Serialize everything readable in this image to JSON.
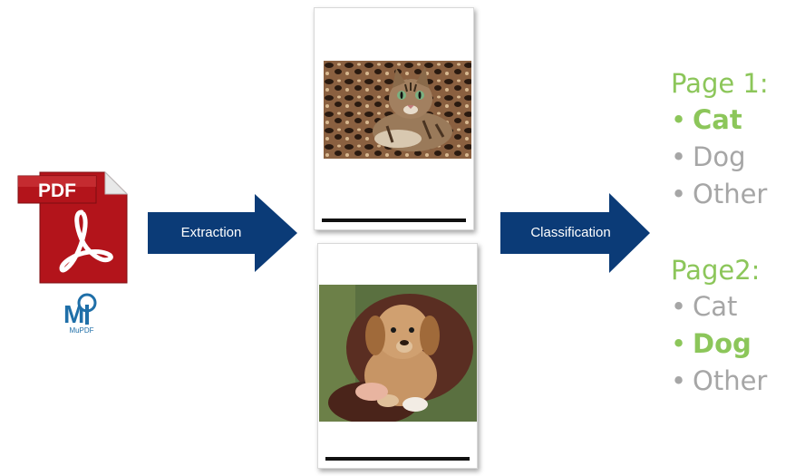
{
  "source": {
    "pdf_icon_label": "PDF",
    "tool_name": "MuPDF",
    "tool_logo_glyph": "M"
  },
  "steps": {
    "extraction_label": "Extraction",
    "classification_label": "Classification"
  },
  "pages": [
    {
      "image": "cat-photo"
    },
    {
      "image": "dog-photo"
    }
  ],
  "results": [
    {
      "title": "Page 1:",
      "options": [
        {
          "label": "Cat",
          "selected": true
        },
        {
          "label": "Dog",
          "selected": false
        },
        {
          "label": "Other",
          "selected": false
        }
      ]
    },
    {
      "title": "Page2:",
      "options": [
        {
          "label": "Cat",
          "selected": false
        },
        {
          "label": "Dog",
          "selected": true
        },
        {
          "label": "Other",
          "selected": false
        }
      ]
    }
  ],
  "colors": {
    "arrow": "#0b3b77",
    "selected": "#8cc65a",
    "unselected": "#a6a6a6",
    "pdf_red": "#b3141b"
  }
}
